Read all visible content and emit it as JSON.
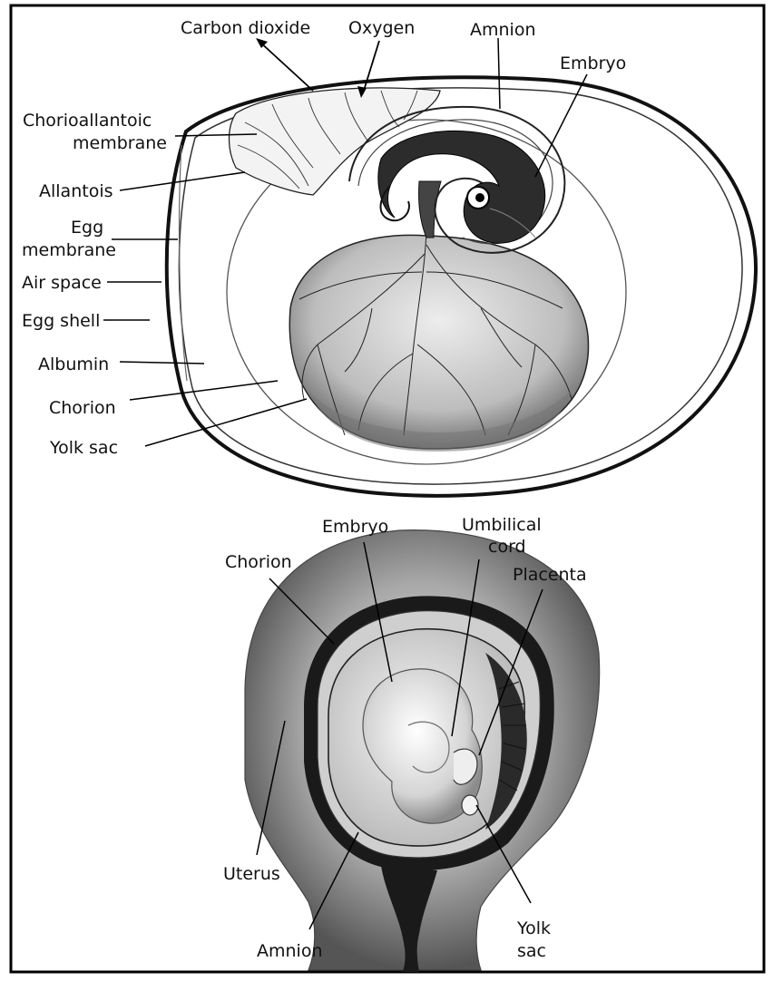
{
  "egg_diagram": {
    "labels": {
      "carbon_dioxide": "Carbon dioxide",
      "oxygen": "Oxygen",
      "amnion": "Amnion",
      "embryo": "Embryo",
      "chorioallantoic_line1": "Chorioallantoic",
      "chorioallantoic_line2": "membrane",
      "allantois": "Allantois",
      "egg_membrane_line1": "Egg",
      "egg_membrane_line2": "membrane",
      "air_space": "Air space",
      "egg_shell": "Egg shell",
      "albumin": "Albumin",
      "chorion": "Chorion",
      "yolk_sac": "Yolk sac"
    }
  },
  "uterus_diagram": {
    "labels": {
      "embryo": "Embryo",
      "umbilical_line1": "Umbilical",
      "umbilical_line2": "cord",
      "chorion": "Chorion",
      "placenta": "Placenta",
      "uterus": "Uterus",
      "amnion": "Amnion",
      "yolk_line1": "Yolk",
      "yolk_line2": "sac"
    }
  },
  "colors": {
    "ink": "#111111",
    "paper": "#ffffff",
    "shade_light": "#e6e6e6",
    "shade_mid": "#9a9a9a",
    "shade_dark": "#3a3a3a"
  }
}
